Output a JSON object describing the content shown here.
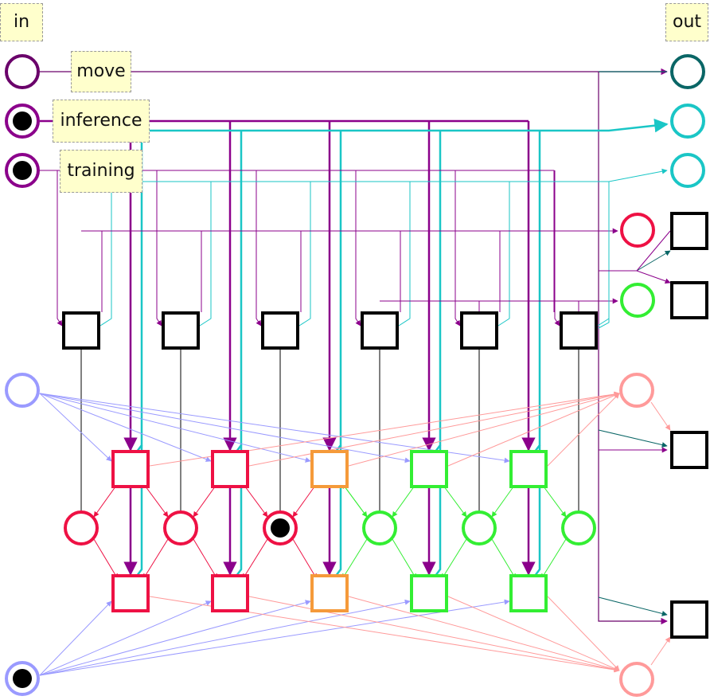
{
  "labels": {
    "in": "in",
    "out": "out",
    "move": "move",
    "inference": "inference",
    "training": "training"
  },
  "palette": {
    "move_place": "#6a006a",
    "control_place": "#8b008b",
    "output_dark": "#0a6666",
    "output_cyan": "#1ac6c6",
    "red": "#ee1144",
    "orange": "#f59a3a",
    "green": "#33ee33",
    "lavender": "#9a9aff",
    "salmon": "#ff9a9a",
    "black": "#000000"
  },
  "tokens": {
    "inference_place": 1,
    "training_place": 1,
    "middle_chain_place": 1,
    "bottom_left_place": 1
  }
}
